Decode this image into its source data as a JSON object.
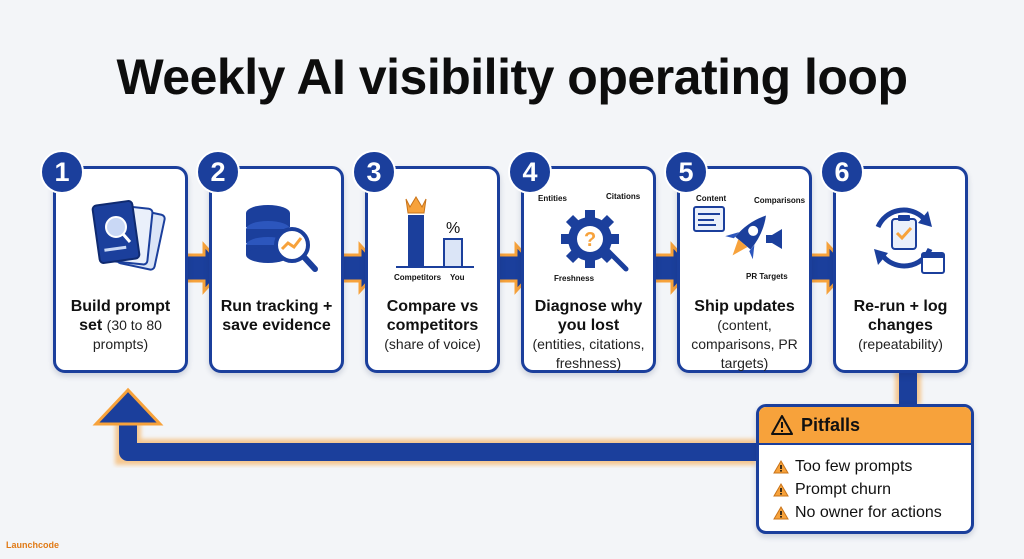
{
  "title": "Weekly AI visibility operating loop",
  "steps": [
    {
      "number": "1",
      "title": "Build prompt",
      "subtitle_inline": "set",
      "subtitle": "(30 to 80 prompts)"
    },
    {
      "number": "2",
      "title": "Run tracking + save evidence",
      "subtitle": ""
    },
    {
      "number": "3",
      "title": "Compare vs competitors",
      "subtitle": "(share of voice)",
      "icon_labels": {
        "competitors": "Competitors",
        "you": "You",
        "percent": "%"
      }
    },
    {
      "number": "4",
      "title": "Diagnose why you lost",
      "subtitle": "(entities, citations, freshness)",
      "icon_labels": {
        "entities": "Entities",
        "citations": "Citations",
        "freshness": "Freshness"
      }
    },
    {
      "number": "5",
      "title": "Ship updates",
      "subtitle": "(content, comparisons, PR targets)",
      "icon_labels": {
        "content": "Content",
        "comparisons": "Comparisons",
        "pr_targets": "PR Targets"
      }
    },
    {
      "number": "6",
      "title": "Re-run + log changes",
      "subtitle": "(repeatability)"
    }
  ],
  "pitfalls": {
    "title": "Pitfalls",
    "items": [
      "Too few prompts",
      "Prompt churn",
      "No owner for actions"
    ]
  },
  "brand": "Launchcode",
  "colors": {
    "primary": "#1b3f9c",
    "accent": "#f7a23b",
    "background": "#f3f5f8"
  }
}
